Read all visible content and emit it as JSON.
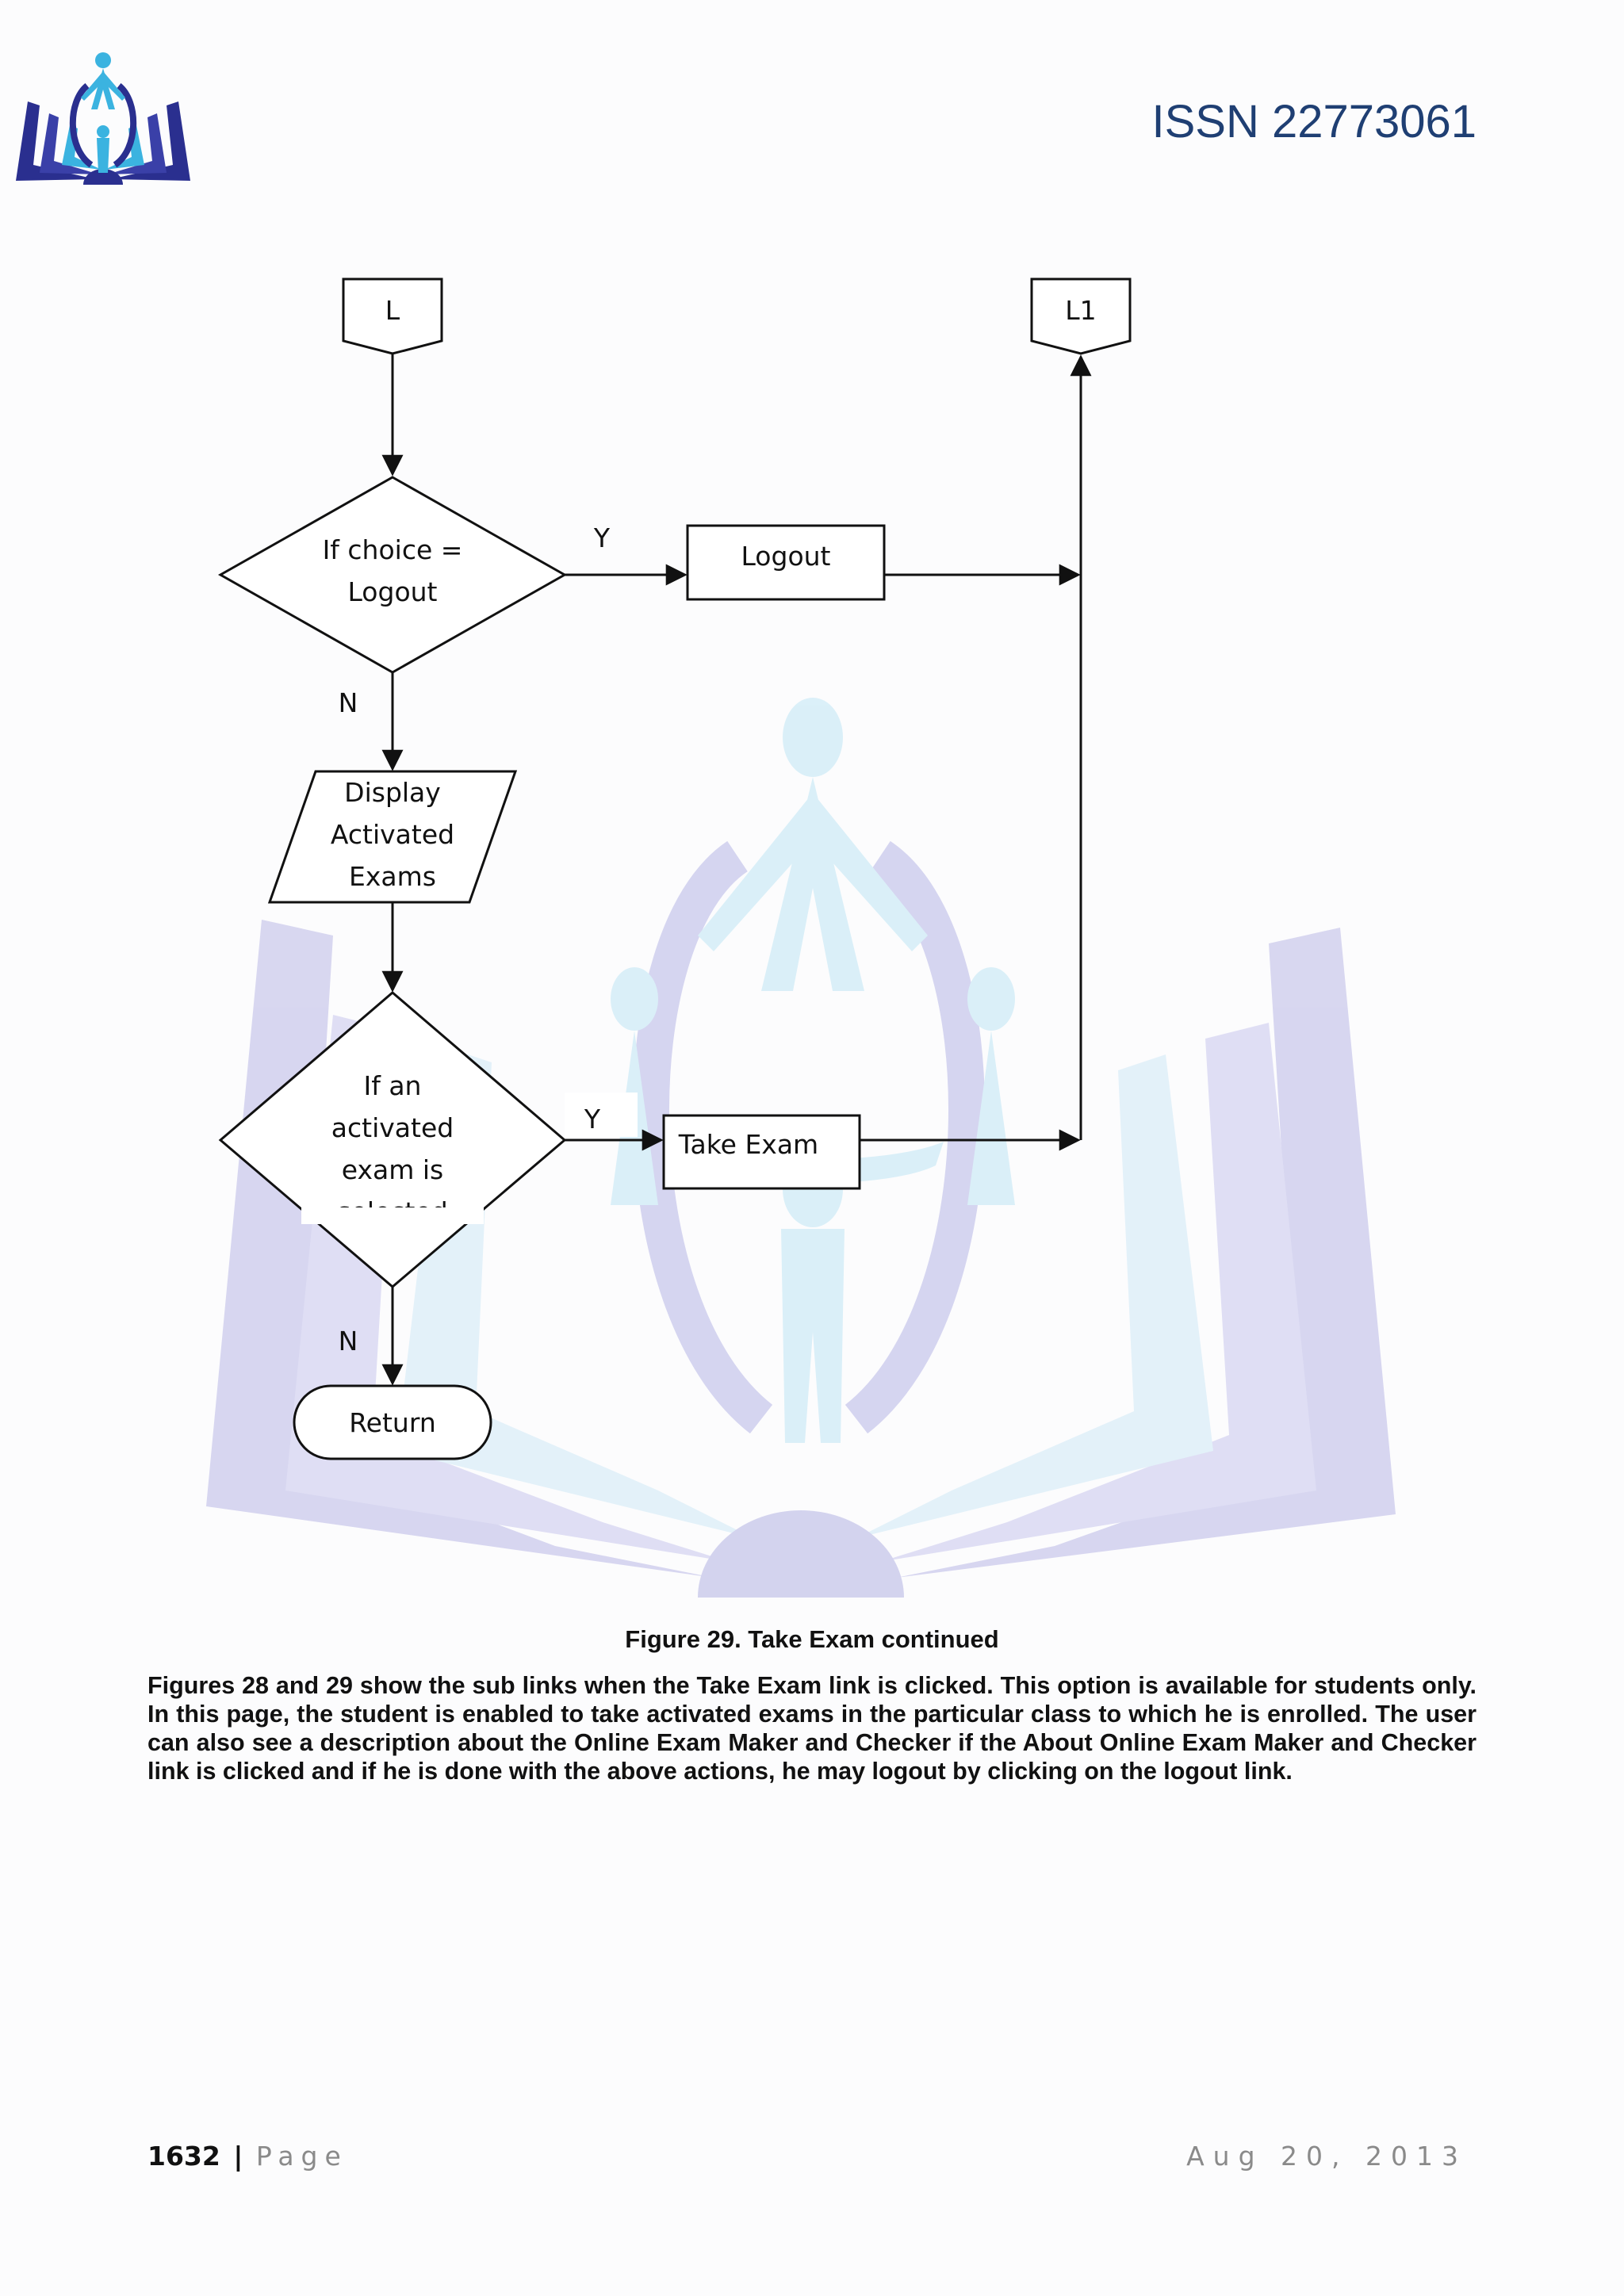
{
  "header": {
    "issn": "ISSN 22773061"
  },
  "flowchart": {
    "connector_in": "L",
    "connector_out": "L1",
    "decision_logout": [
      "If choice =",
      "Logout"
    ],
    "process_logout": "Logout",
    "io_display": [
      "Display",
      "Activated",
      "Exams"
    ],
    "decision_exam": [
      "If an",
      "activated",
      "exam is",
      "selected"
    ],
    "process_take_exam": "Take Exam",
    "terminal_return": "Return",
    "label_yes": "Y",
    "label_no": "N"
  },
  "caption": "Figure 29.  Take Exam continued",
  "body_text": "Figures 28 and 29 show the sub links when the Take Exam link is clicked.  This option is available for students only.  In this page, the student is enabled to take activated exams in the particular class to which he is enrolled.  The user can also see a description about the Online Exam Maker and Checker if the About Online Exam Maker and Checker link is clicked and if he is done with the above actions, he may logout by clicking on the logout link.",
  "footer": {
    "page_number": "1632",
    "separator": "|",
    "page_word": "Page",
    "date": "Aug 20, 2013"
  },
  "colors": {
    "issn_text": "#1f3f73",
    "watermark_blue": "#c9c8ec",
    "watermark_cyan": "#bfe6f5",
    "logo_navy": "#2a2f8f",
    "logo_cyan": "#3bb3e0"
  }
}
